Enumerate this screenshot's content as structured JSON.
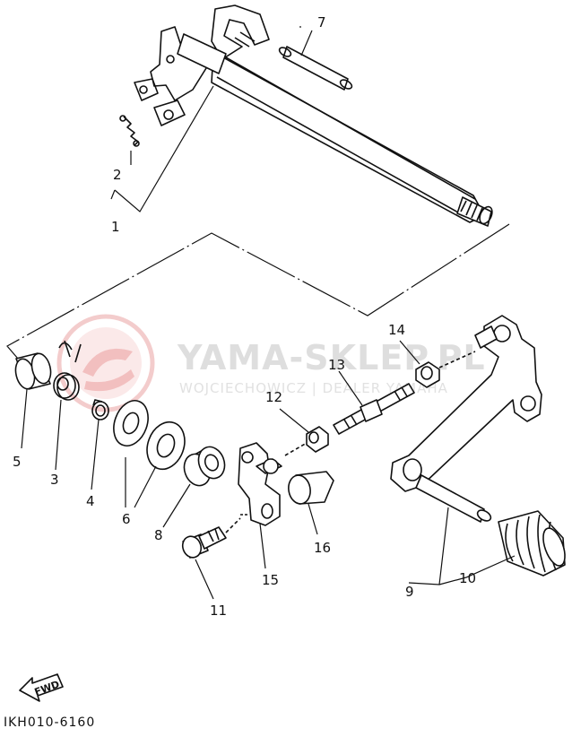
{
  "watermark": {
    "title": "YAMA-SKLEP.PL",
    "subtitle": "WOJCIECHOWICZ | DEALER YAMAHA",
    "accent_color": "#e8a0a0"
  },
  "fwd_label": "FWD",
  "doc_code": "IKH010-6160",
  "parts": [
    {
      "id": "p1",
      "label": "1"
    },
    {
      "id": "p2",
      "label": "2"
    },
    {
      "id": "p3",
      "label": "3"
    },
    {
      "id": "p4",
      "label": "4"
    },
    {
      "id": "p5",
      "label": "5"
    },
    {
      "id": "p6",
      "label": "6"
    },
    {
      "id": "p7",
      "label": "7"
    },
    {
      "id": "p8",
      "label": "8"
    },
    {
      "id": "p9",
      "label": "9"
    },
    {
      "id": "p10",
      "label": "10"
    },
    {
      "id": "p11",
      "label": "11"
    },
    {
      "id": "p12",
      "label": "12"
    },
    {
      "id": "p13",
      "label": "13"
    },
    {
      "id": "p14",
      "label": "14"
    },
    {
      "id": "p15",
      "label": "15"
    },
    {
      "id": "p16",
      "label": "16"
    }
  ]
}
